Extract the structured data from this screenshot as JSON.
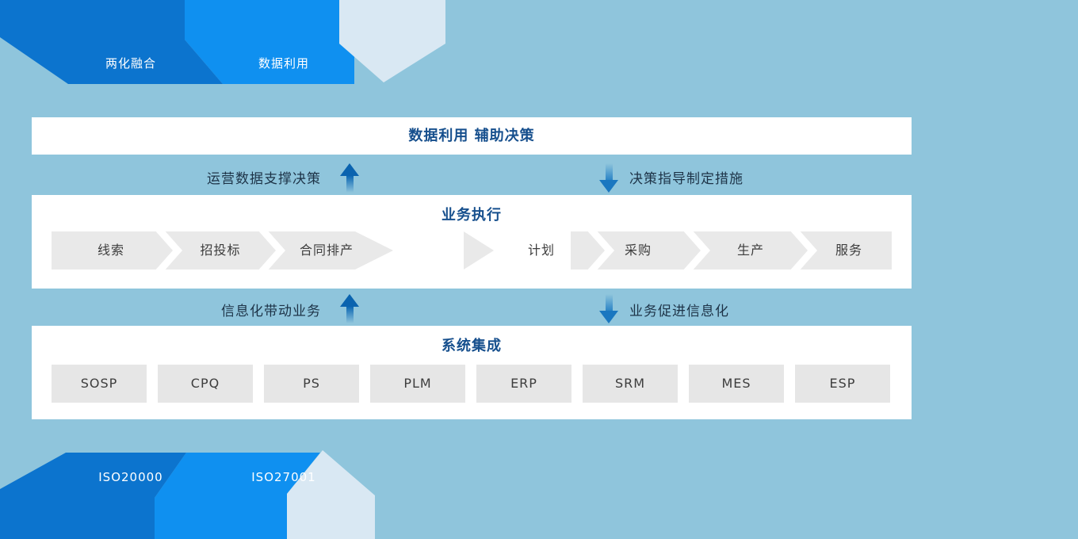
{
  "colors": {
    "background": "#8fc5dc",
    "ribbon_dark": "#0c74ce",
    "ribbon_bright": "#0f90f0",
    "ribbon_pale": "#d9e8f3",
    "panel_background": "#ffffff",
    "panel_title": "#164f8d",
    "flow_label_text": "#1d3347",
    "arrow_blue": "#0a63af",
    "chevron_gray": "#e9e9e9",
    "system_box_gray": "#e6e6e6",
    "step_text": "#3d3d3d"
  },
  "top_banners": {
    "items": [
      {
        "label": "两化融合"
      },
      {
        "label": "数据利用"
      }
    ]
  },
  "bottom_banners": {
    "items": [
      {
        "label": "ISO20000"
      },
      {
        "label": "ISO27001"
      }
    ]
  },
  "panel_decision": {
    "title": "数据利用 辅助决策"
  },
  "flow_row_1": {
    "left_label": "运营数据支撑决策",
    "right_label": "决策指导制定措施"
  },
  "panel_execution": {
    "title": "业务执行",
    "group_a": [
      "线索",
      "招投标",
      "合同排产"
    ],
    "middle_step": "计划",
    "group_b": [
      "采购",
      "生产",
      "服务"
    ]
  },
  "flow_row_2": {
    "left_label": "信息化带动业务",
    "right_label": "业务促进信息化"
  },
  "panel_systems": {
    "title": "系统集成",
    "systems": [
      "SOSP",
      "CPQ",
      "PS",
      "PLM",
      "ERP",
      "SRM",
      "MES",
      "ESP"
    ]
  }
}
